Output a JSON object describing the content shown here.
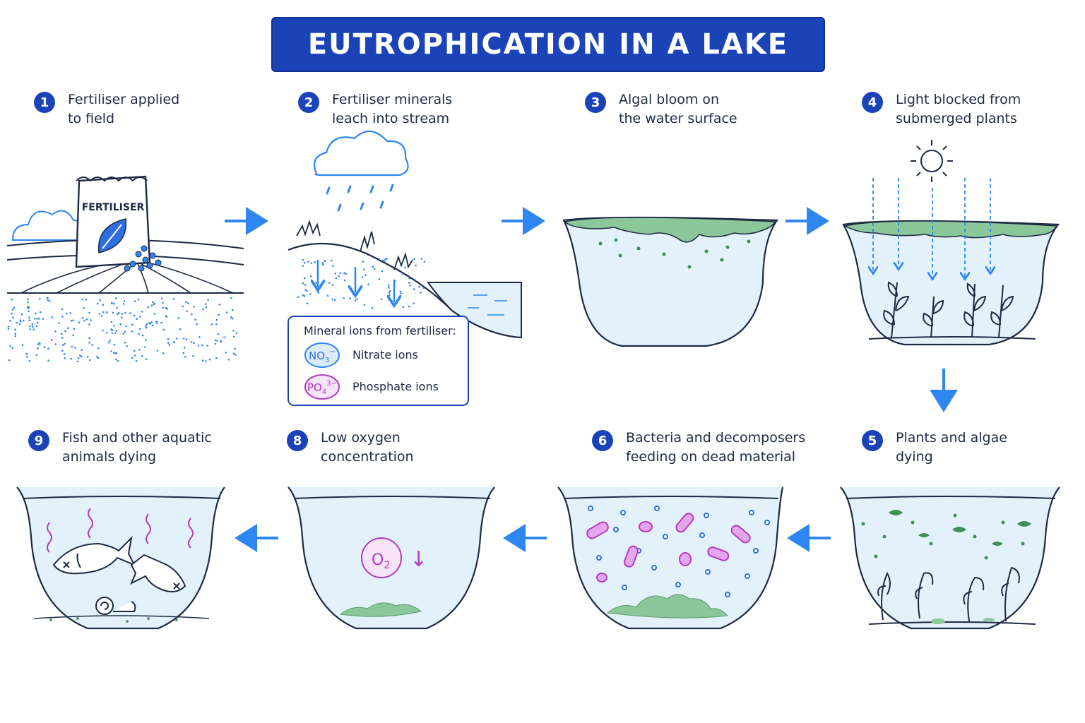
{
  "title": "EUTROPHICATION IN A LAKE",
  "steps": [
    {
      "number": "1",
      "line1": "Fertiliser applied",
      "line2": "to field"
    },
    {
      "number": "2",
      "line1": "Fertiliser minerals",
      "line2": "leach into stream"
    },
    {
      "number": "3",
      "line1": "Algal bloom on",
      "line2": "the water surface"
    },
    {
      "number": "4",
      "line1": "Light blocked from",
      "line2": "submerged plants"
    },
    {
      "number": "5",
      "line1": "Plants and algae",
      "line2": "dying"
    },
    {
      "number": "6",
      "line1": "Bacteria and decomposers",
      "line2": "feeding on dead material"
    },
    {
      "number": "8",
      "line1": "Low oxygen",
      "line2": "concentration"
    },
    {
      "number": "9",
      "line1": "Fish and other aquatic",
      "line2": "animals dying"
    }
  ],
  "fertiliser_bag_label": "FERTILISER",
  "legend": {
    "heading": "Mineral ions from fertiliser:",
    "nitrate_symbol": "NO",
    "nitrate_sub": "3",
    "nitrate_sup": "−",
    "nitrate_label": "Nitrate ions",
    "phosphate_symbol": "PO",
    "phosphate_sub": "4",
    "phosphate_sup": "3−",
    "phosphate_label": "Phosphate ions"
  },
  "oxygen_symbol": "O",
  "oxygen_sub": "2",
  "oxygen_arrow": "↓",
  "colors": {
    "primary_blue": "#1a43b8",
    "arrow_blue": "#2e86f0",
    "water": "#e3f1fb",
    "algae_green": "#8cc79a",
    "purple": "#b23bc1",
    "outline": "#1e2a44"
  }
}
